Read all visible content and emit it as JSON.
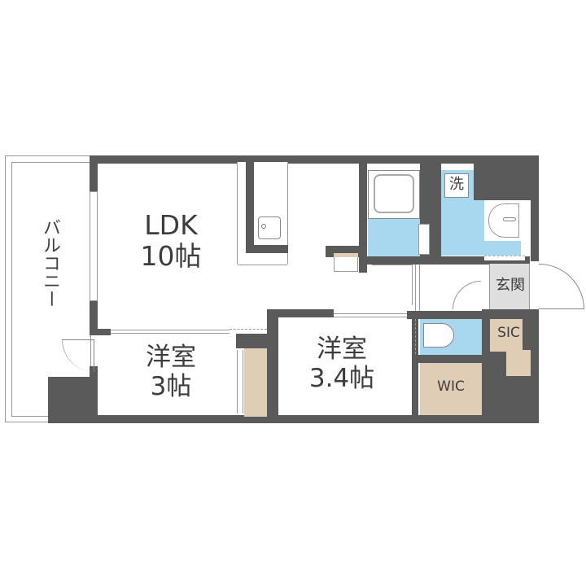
{
  "floorplan": {
    "colors": {
      "wall": "#5a5a5a",
      "wet_area": "#a7d8f0",
      "storage": "#e0cdb6",
      "entrance": "#dedede"
    },
    "rooms": {
      "ldk": {
        "name": "LDK",
        "size": "10帖"
      },
      "western_room_1": {
        "name": "洋室",
        "size": "3帖"
      },
      "western_room_2": {
        "name": "洋室",
        "size": "3.4帖"
      },
      "balcony": {
        "name": "バルコニー"
      },
      "washroom": {
        "label": "洗"
      },
      "entrance": {
        "label": "玄関"
      },
      "shoe_closet": {
        "label": "SIC"
      },
      "walk_in_closet": {
        "label": "WIC"
      }
    }
  }
}
